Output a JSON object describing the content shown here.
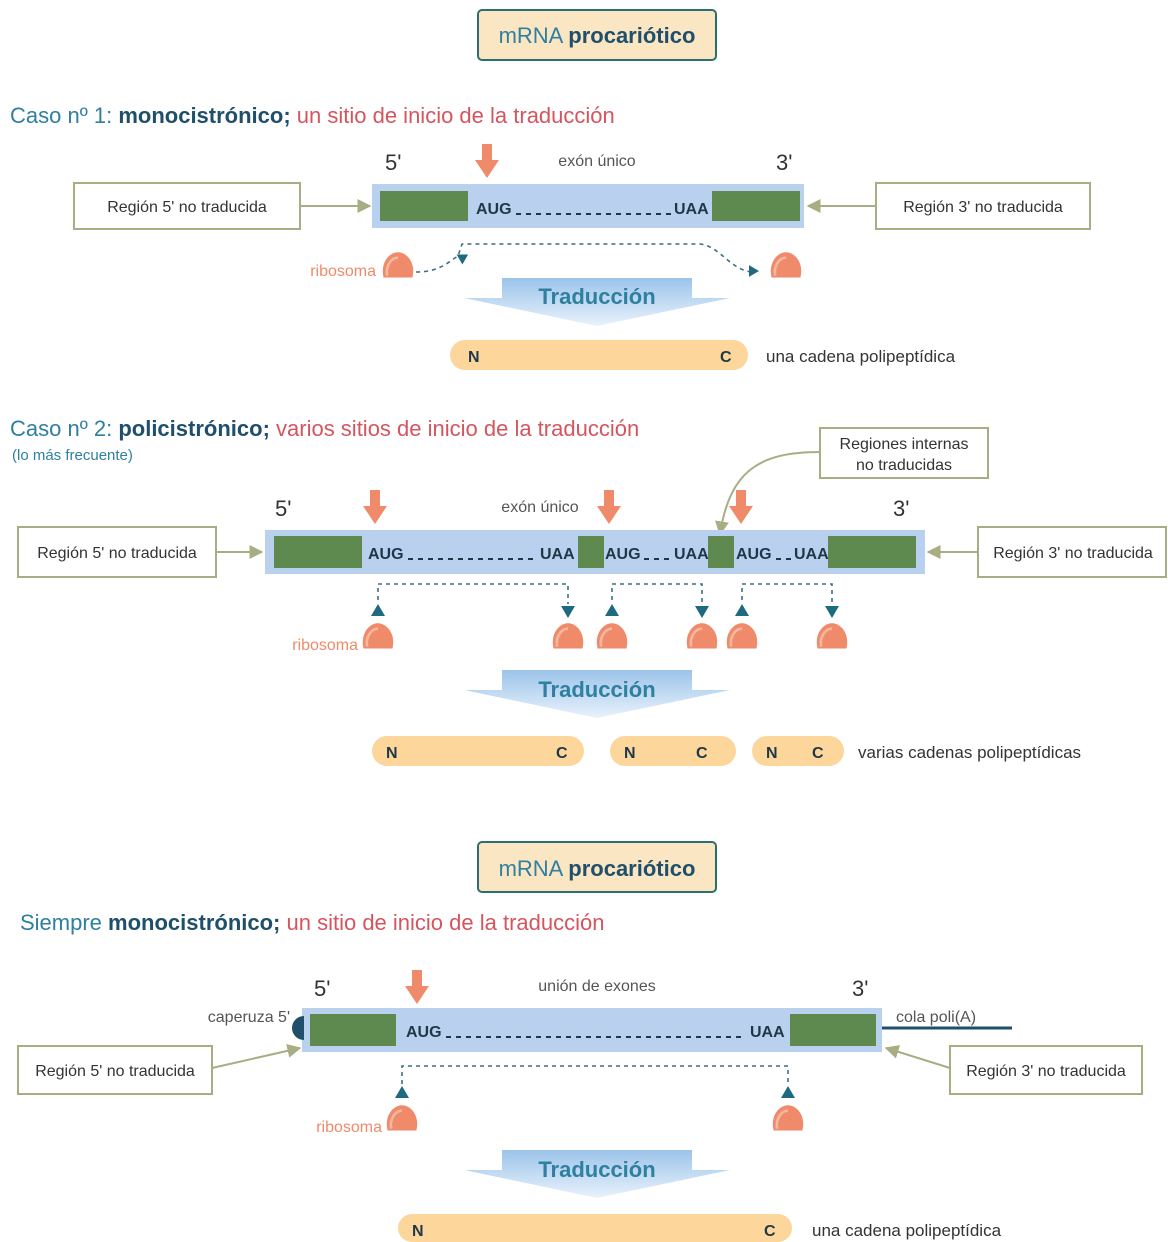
{
  "sections": [
    {
      "title": {
        "plain": "mRNA ",
        "bold": "procariótico"
      },
      "caption": {
        "prefix": "Caso nº 1: ",
        "bold": "monocistrónico;",
        "red": " un sitio de inicio de la traducción"
      },
      "end5": "5'",
      "end3": "3'",
      "exon_label": "exón único",
      "codons": [
        "AUG",
        "UAA"
      ],
      "left_label": "Región 5' no traducida",
      "right_label": "Región 3' no traducida",
      "ribosome_label": "ribosoma",
      "translation_label": "Traducción",
      "chains": [
        {
          "n": "N",
          "c": "C"
        }
      ],
      "chain_label": "una cadena polipeptídica"
    },
    {
      "caption": {
        "prefix": "Caso nº 2: ",
        "bold": "policistrónico;",
        "red": " varios sitios de inicio de la traducción"
      },
      "note": "(lo más frecuente)",
      "internal_label_1": "Regiones internas",
      "internal_label_2": "no traducidas",
      "end5": "5'",
      "end3": "3'",
      "exon_label": "exón único",
      "codons": [
        "AUG",
        "UAA",
        "AUG",
        "UAA",
        "AUG",
        "UAA"
      ],
      "left_label": "Región 5' no traducida",
      "right_label": "Región 3' no traducida",
      "ribosome_label": "ribosoma",
      "translation_label": "Traducción",
      "chains": [
        {
          "n": "N",
          "c": "C"
        },
        {
          "n": "N",
          "c": "C"
        },
        {
          "n": "N",
          "c": "C"
        }
      ],
      "chain_label": "varias cadenas polipeptídicas"
    },
    {
      "title": {
        "plain": "mRNA ",
        "bold": "procariótico"
      },
      "caption": {
        "prefix": "Siempre ",
        "bold": "monocistrónico;",
        "red": " un sitio de inicio de la traducción"
      },
      "end5": "5'",
      "end3": "3'",
      "exon_label": "unión de exones",
      "cap_label": "caperuza 5'",
      "tail_label": "cola poli(A)",
      "codons": [
        "AUG",
        "UAA"
      ],
      "left_label": "Región 5' no traducida",
      "right_label": "Región 3' no traducida",
      "ribosome_label": "ribosoma",
      "translation_label": "Traducción",
      "chains": [
        {
          "n": "N",
          "c": "C"
        }
      ],
      "chain_label": "una cadena polipeptídica"
    }
  ],
  "colors": {
    "blue_text": "#2f7fa0",
    "dark_text": "#1f4f6a",
    "red_text": "#d5555e",
    "mrna": "#b9d1ee",
    "utr": "#5e8a4f",
    "chain": "#fcd69b",
    "ribosome": "#ef8a6a",
    "start_arrow": "#ef8a6a"
  }
}
